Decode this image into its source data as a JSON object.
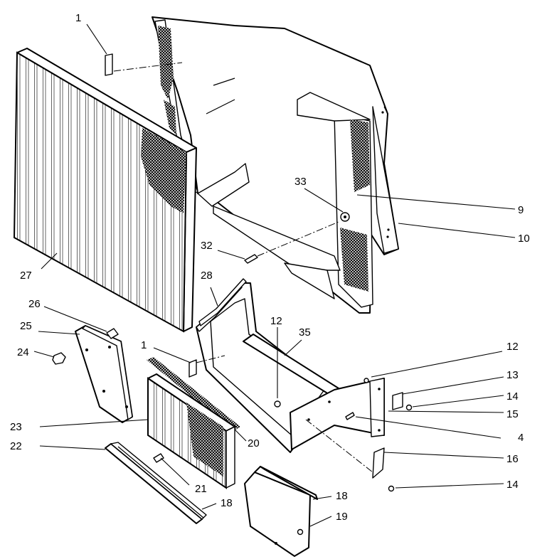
{
  "callouts": {
    "c1a": "1",
    "c1b": "1",
    "c4": "4",
    "c9": "9",
    "c10": "10",
    "c12a": "12",
    "c12b": "12",
    "c13": "13",
    "c14a": "14",
    "c14b": "14",
    "c15": "15",
    "c16": "16",
    "c18a": "18",
    "c18b": "18",
    "c19": "19",
    "c20": "20",
    "c21": "21",
    "c22": "22",
    "c23": "23",
    "c24": "24",
    "c25": "25",
    "c26": "26",
    "c27": "27",
    "c28": "28",
    "c32": "32",
    "c33": "33",
    "c35": "35"
  }
}
